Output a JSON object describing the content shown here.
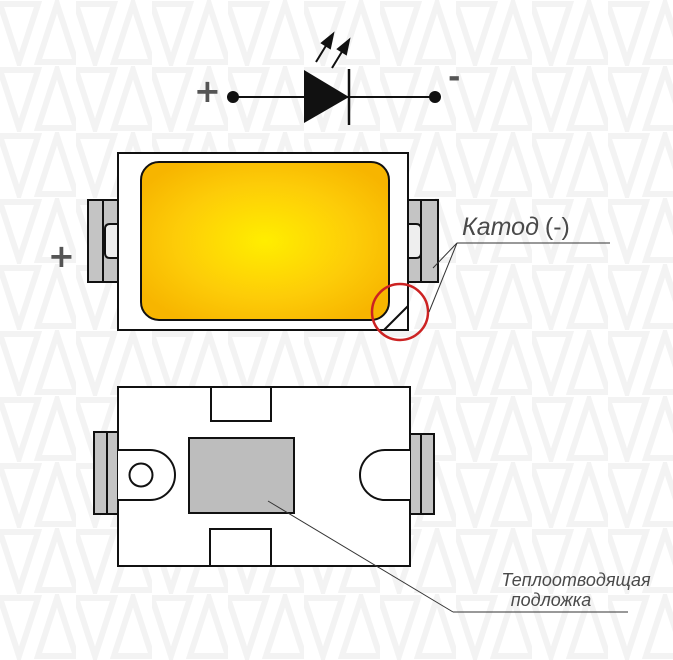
{
  "schematic": {
    "plus_label": "+",
    "minus_label": "-"
  },
  "top_view": {
    "plus_label": "+",
    "cathode_label": "Катод",
    "cathode_sign": "(-)"
  },
  "bottom_view": {
    "heatsink_label_line1": "Теплоотводящая",
    "heatsink_label_line2": "подложка"
  },
  "colors": {
    "die_center": "#ffee00",
    "die_edge": "#f7b500",
    "pad_gray": "#c4c4c4",
    "heatsink_gray": "#bdbdbd",
    "marker_red": "#cc2222",
    "outline": "#111111",
    "label_text": "#4a4a4a",
    "background_pattern": "#f4f4f4"
  }
}
